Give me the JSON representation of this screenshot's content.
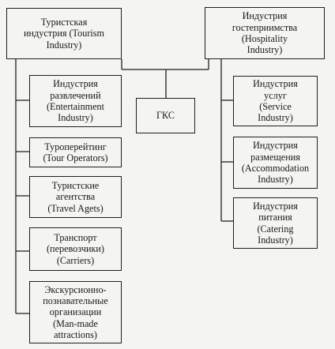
{
  "boxes": {
    "tourism": [
      "Туристская",
      "индустрия (Tourism",
      "Industry)"
    ],
    "hospitality": [
      "Индустрия",
      "гостеприимства",
      "(Hospitality",
      "Industry)"
    ],
    "gks": [
      "ГКС"
    ],
    "entertainment": [
      "Индустрия",
      "развлечений",
      "(Entertainment",
      "Industry)"
    ],
    "tour_operators": [
      "Туроперейтинг",
      "(Tour Operators)"
    ],
    "travel_agencies": [
      "Туристские",
      "агентства",
      "(Travel Agets)"
    ],
    "transport": [
      "Транспорт",
      "(перевозчики)",
      "(Carriers)"
    ],
    "excursion": [
      "Экскурсионно-",
      "познавательные",
      "организации",
      "(Man-made",
      "attractions)"
    ],
    "service": [
      "Индустрия",
      "услуг",
      "(Service",
      "Industry)"
    ],
    "accommodation": [
      "Индустрия",
      "размещения",
      "(Accommodation",
      "Industry)"
    ],
    "catering": [
      "Индустрия",
      "питания",
      "(Catering",
      "Industry)"
    ]
  }
}
